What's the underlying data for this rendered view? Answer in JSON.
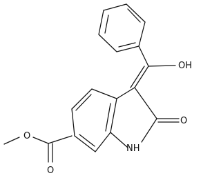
{
  "figure": {
    "type": "chemical-structure",
    "colors": {
      "bond": "#111111",
      "label": "#111111",
      "background": "#ffffff"
    }
  },
  "labels": {
    "hydroxyl": "OH",
    "oxo": "O",
    "amine": "NH",
    "ester_carbonyl_oxygen": "O",
    "ester_ether_oxygen": "O"
  }
}
